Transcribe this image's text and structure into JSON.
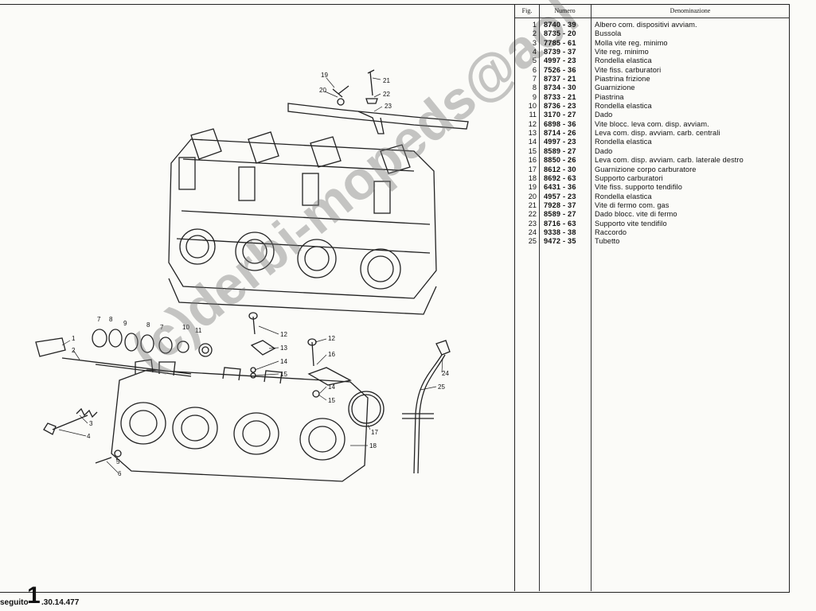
{
  "table": {
    "headers": {
      "fig": "Fig.",
      "numero": "Numero",
      "denominazione": "Denominazione"
    },
    "rows": [
      {
        "fig": "1",
        "num": "8740  -  39",
        "den": "Albero com. dispositivi avviam."
      },
      {
        "fig": "2",
        "num": "8735  -  20",
        "den": "Bussola"
      },
      {
        "fig": "3",
        "num": "7785  -  61",
        "den": "Molla vite reg. minimo"
      },
      {
        "fig": "4",
        "num": "8739  -  37",
        "den": "Vite reg. minimo"
      },
      {
        "fig": "5",
        "num": "4997  -  23",
        "den": "Rondella elastica"
      },
      {
        "fig": "6",
        "num": "7526  -  36",
        "den": "Vite fiss. carburatori"
      },
      {
        "fig": "7",
        "num": "8737  -  21",
        "den": "Piastrina frizione"
      },
      {
        "fig": "8",
        "num": "8734  -  30",
        "den": "Guarnizione"
      },
      {
        "fig": "9",
        "num": "8733  -  21",
        "den": "Piastrina"
      },
      {
        "fig": "10",
        "num": "8736  -  23",
        "den": "Rondella elastica"
      },
      {
        "fig": "11",
        "num": "3170  -  27",
        "den": "Dado"
      },
      {
        "fig": "12",
        "num": "6898  -  36",
        "den": "Vite blocc. leva com. disp. avviam."
      },
      {
        "fig": "13",
        "num": "8714  -  26",
        "den": "Leva com. disp. avviam. carb. centrali"
      },
      {
        "fig": "14",
        "num": "4997  -  23",
        "den": "Rondella elastica"
      },
      {
        "fig": "15",
        "num": "8589  -  27",
        "den": "Dado"
      },
      {
        "fig": "16",
        "num": "8850  -  26",
        "den": "Leva com. disp. avviam. carb. laterale destro"
      },
      {
        "fig": "17",
        "num": "8612  -  30",
        "den": "Guarnizione corpo carburatore"
      },
      {
        "fig": "18",
        "num": "8692  -  63",
        "den": "Supporto carburatori"
      },
      {
        "fig": "19",
        "num": "6431  -  36",
        "den": "Vite fiss. supporto tendifilo"
      },
      {
        "fig": "20",
        "num": "4957  -  23",
        "den": "Rondella elastica"
      },
      {
        "fig": "21",
        "num": "7928  -  37",
        "den": "Vite di fermo com. gas"
      },
      {
        "fig": "22",
        "num": "8589  -  27",
        "den": "Dado blocc. vite di fermo"
      },
      {
        "fig": "23",
        "num": "8716  -  63",
        "den": "Supporto vite tendifilo"
      },
      {
        "fig": "24",
        "num": "9338  -  38",
        "den": "Raccordo"
      },
      {
        "fig": "25",
        "num": "9472  -  35",
        "den": "Tubetto"
      }
    ]
  },
  "footer": {
    "prefix": "seguito",
    "big": "1",
    "code": ".30.14.477"
  },
  "watermark": "(c)derbi-mopeds@aol",
  "callouts": [
    "1",
    "2",
    "3",
    "4",
    "5",
    "6",
    "7",
    "8",
    "9",
    "8",
    "7",
    "10",
    "11",
    "12",
    "13",
    "14",
    "15",
    "12",
    "16",
    "14",
    "15",
    "17",
    "18",
    "19",
    "20",
    "21",
    "22",
    "23",
    "24",
    "25"
  ],
  "colors": {
    "ink": "#222222",
    "paper": "#fbfbf8",
    "watermark": "#8a8a8a"
  }
}
